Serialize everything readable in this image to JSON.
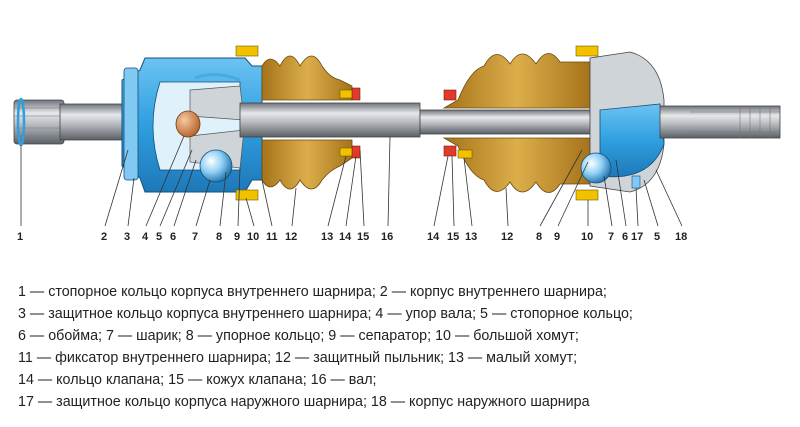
{
  "diagram": {
    "callouts": [
      {
        "n": "1"
      },
      {
        "n": "2"
      },
      {
        "n": "3"
      },
      {
        "n": "4"
      },
      {
        "n": "5"
      },
      {
        "n": "6"
      },
      {
        "n": "7"
      },
      {
        "n": "8"
      },
      {
        "n": "9"
      },
      {
        "n": "10"
      },
      {
        "n": "11"
      },
      {
        "n": "12"
      },
      {
        "n": "13"
      },
      {
        "n": "14"
      },
      {
        "n": "15"
      },
      {
        "n": "16"
      },
      {
        "n": "14"
      },
      {
        "n": "15"
      },
      {
        "n": "13"
      },
      {
        "n": "12"
      },
      {
        "n": "8"
      },
      {
        "n": "9"
      },
      {
        "n": "10"
      },
      {
        "n": "7"
      },
      {
        "n": "6"
      },
      {
        "n": "17"
      },
      {
        "n": "5"
      },
      {
        "n": "18"
      }
    ],
    "colors": {
      "housing_blue": "#2f9fe0",
      "boot_gold": "#c7942d",
      "shaft_grey": "#a9adb3",
      "ring_red": "#e03a2a",
      "clamp_yellow": "#f2c200"
    }
  },
  "legend": {
    "lines": [
      "1 — стопорное кольцо корпуса внутреннего шарнира; 2 — корпус внутреннего шарнира;",
      "3 — защитное кольцо корпуса внутреннего шарнира; 4 — упор вала; 5 — стопорное кольцо;",
      "6 — обойма; 7 — шарик; 8 — упорное кольцо; 9 — сепаратор; 10 — большой хомут;",
      "11 — фиксатор внутреннего шарнира; 12 — защитный пыльник; 13 — малый хомут;",
      "14 — кольцо клапана; 15 — кожух клапана; 16 — вал;",
      "17 — защитное кольцо корпуса наружного шарнира; 18 — корпус наружного шарнира"
    ]
  }
}
